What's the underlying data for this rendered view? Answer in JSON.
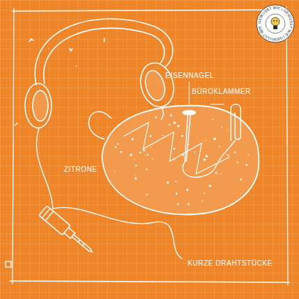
{
  "diagram": {
    "labels": [
      "EISENNAGEL",
      "BÜROKLAMMER",
      "ZITRONE",
      "KURZE DRAHTSTÜCKE",
      "GEWUSST WIE | GEWUSST WIE | GEWUSST WIE"
    ]
  }
}
